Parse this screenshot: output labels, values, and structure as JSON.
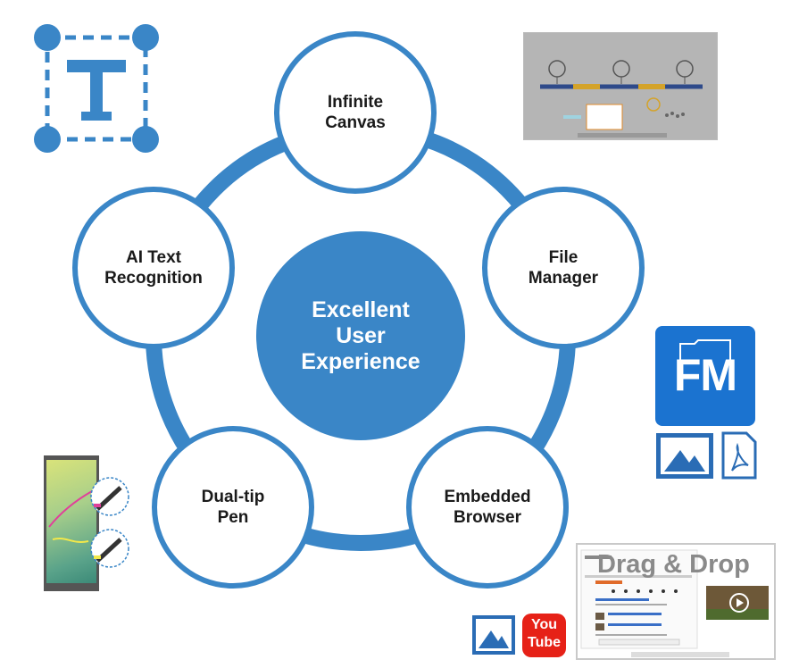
{
  "center": {
    "label": "Excellent\nUser\nExperience"
  },
  "nodes": {
    "infinite_canvas": "Infinite\nCanvas",
    "file_manager": "File\nManager",
    "embedded_browser": "Embedded\nBrowser",
    "dual_tip_pen": "Dual-tip\nPen",
    "ai_text": "AI Text\nRecognition"
  },
  "fm_icon": {
    "text": "FM"
  },
  "drag_drop": {
    "text": "Drag & Drop"
  },
  "youtube": {
    "line1": "You",
    "line2": "Tube"
  },
  "icons": [
    "text-tool-icon",
    "image-icon",
    "pdf-icon",
    "youtube-icon",
    "play-icon",
    "folder-icon"
  ],
  "colors": {
    "primary": "#3a86c7",
    "dark_blue": "#1f5d97",
    "youtube_red": "#e62117"
  }
}
